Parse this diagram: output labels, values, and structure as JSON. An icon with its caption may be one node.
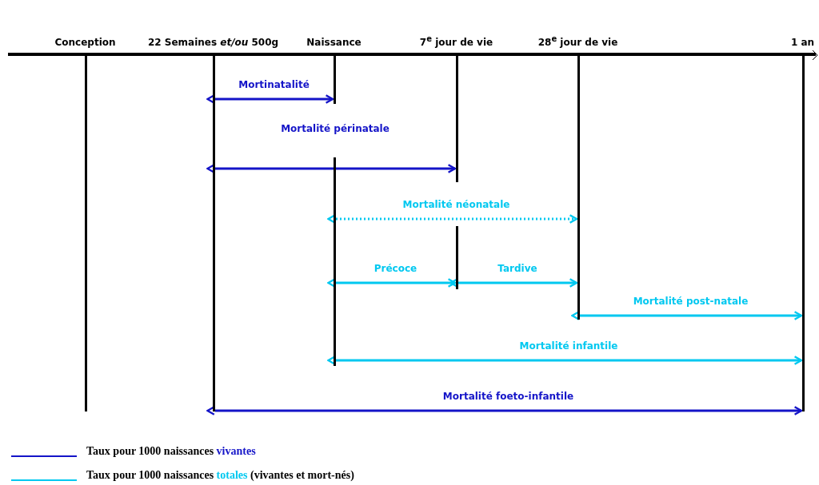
{
  "diagram": {
    "nodes": [
      {
        "text": [],
        "shape": "bar",
        "beside": [
          "Conception"
        ]
      },
      {
        "text": [],
        "shape": "bar",
        "beside": [
          "22 Semaines *et/ou* 500g"
        ]
      },
      {
        "text": [],
        "shape": "bar",
        "beside": [
          "Naissance"
        ]
      },
      {
        "text": [],
        "shape": "bar",
        "beside": [
          "7$^{e}$ jour de vie"
        ]
      },
      {
        "text": [],
        "shape": "bar",
        "beside": [
          "28$^{e}$ jour de vie"
        ]
      },
      {
        "text": [],
        "shape": "bar",
        "beside": [
          "1 an"
        ]
      }
    ],
    "edges": [
      {
        "from": 1,
        "to": 2,
        "arrow": "both",
        "label": "Mortinatalité",
        "color": "#1414c8"
      },
      {
        "from": 1,
        "to": 3,
        "arrow": "both",
        "label": "Mortalité périnatale",
        "color": "#1414c8"
      },
      {
        "from": 2,
        "to": 4,
        "arrow": "both",
        "label": "Mortalité néonatale",
        "style": "dashed"
      },
      {
        "from": 2,
        "to": 3,
        "arrow": "both",
        "label": "Précoce"
      },
      {
        "from": 3,
        "to": 4,
        "arrow": "both",
        "label": "Tardive"
      },
      {
        "from": 4,
        "to": 5,
        "arrow": "both",
        "label": "Mortalité post-natale"
      },
      {
        "from": 2,
        "to": 5,
        "arrow": "both",
        "label": "Mortalité infantile"
      },
      {
        "from": 1,
        "to": 5,
        "arrow": "both",
        "label": "Mortalité foeto-infantile",
        "color": "#1414c8"
      }
    ],
    "legend": [
      {
        "text": "Taux pour 1000 naissances **vivantes**",
        "color": "#1414c8"
      },
      {
        "text": "Taux pour 1000 naissances **totales** (vivantes et  mort-nés)",
        "color": "#00c8f0"
      }
    ]
  }
}
